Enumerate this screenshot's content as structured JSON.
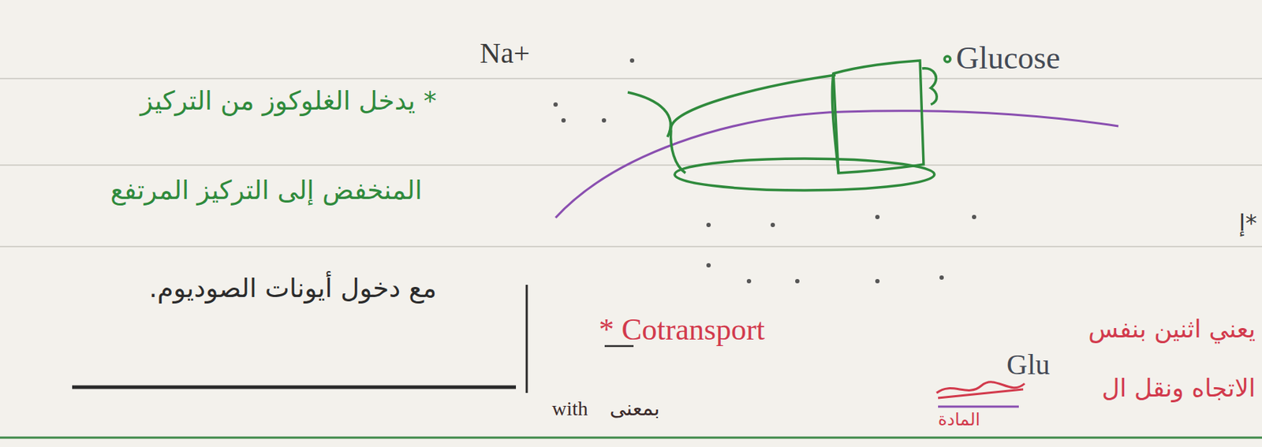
{
  "diagram": {
    "labels": [
      "Na+",
      "Glucose",
      "* يدخل الغلوكوز من التركيز",
      "المنخفض إلى التركيز المرتفع",
      "مع دخول أيونات الصوديوم.",
      "*إ",
      "Glu",
      "* Cotransport",
      "يعني اثنين بنفس",
      "الاتجاه ونقل ال",
      "المادة",
      "with",
      "بمعنى"
    ]
  }
}
